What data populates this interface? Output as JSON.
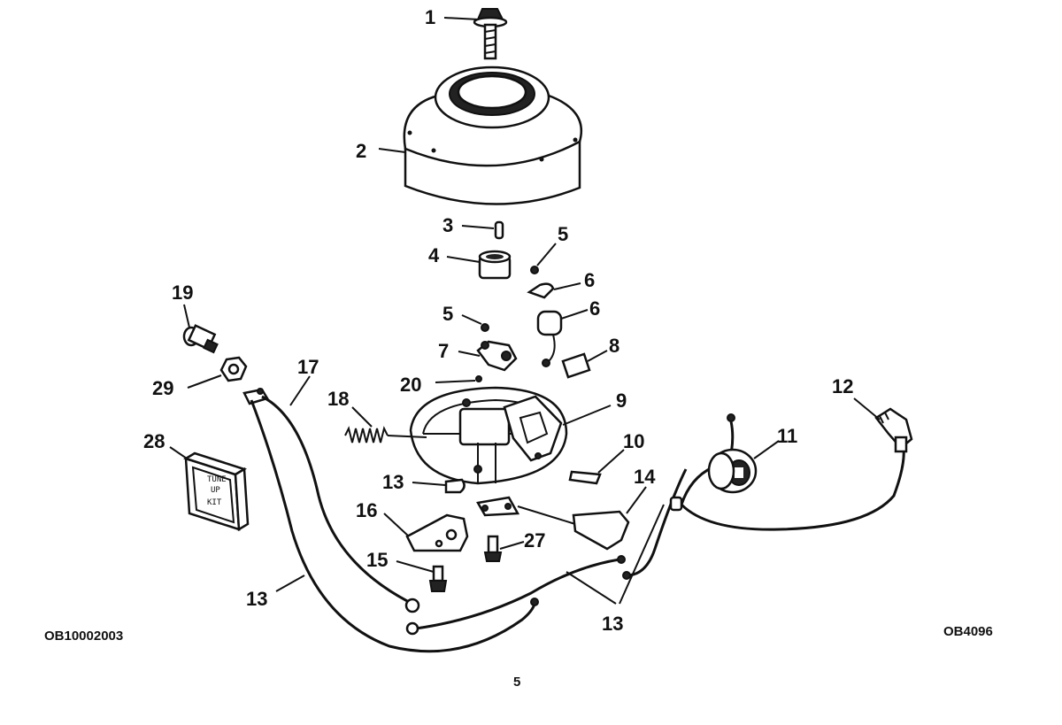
{
  "labels": {
    "l1": "1",
    "l2": "2",
    "l3": "3",
    "l4": "4",
    "l5a": "5",
    "l5b": "5",
    "l6a": "6",
    "l6b": "6",
    "l7": "7",
    "l8": "8",
    "l9": "9",
    "l10": "10",
    "l11": "11",
    "l12": "12",
    "l13a": "13",
    "l13b": "13",
    "l13c": "13",
    "l14": "14",
    "l15": "15",
    "l16": "16",
    "l17": "17",
    "l18": "18",
    "l19": "19",
    "l20": "20",
    "l27": "27",
    "l28": "28",
    "l29": "29"
  },
  "codes": {
    "left": "OB10002003",
    "right": "OB4096",
    "page": "5"
  },
  "kit": {
    "line1": "TUNE",
    "line2": "UP",
    "line3": "KIT"
  }
}
